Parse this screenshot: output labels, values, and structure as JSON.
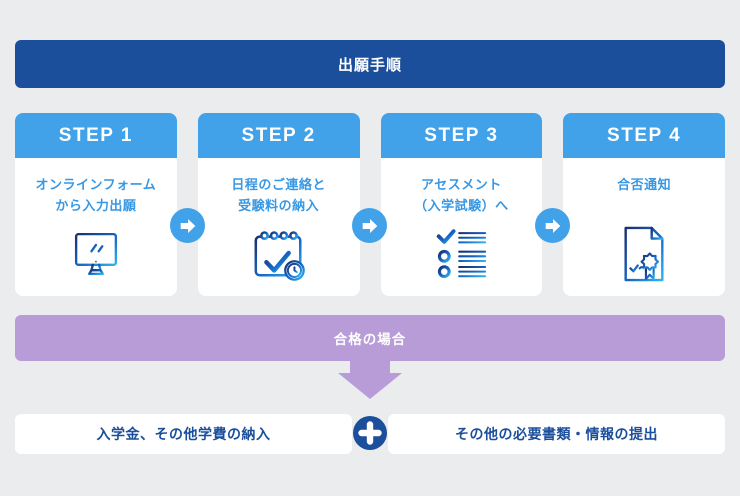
{
  "header": {
    "title": "出願手順"
  },
  "steps": [
    {
      "label": "STEP 1",
      "line1": "オンラインフォーム",
      "line2": "から入力出願",
      "icon": "monitor-edit-icon"
    },
    {
      "label": "STEP 2",
      "line1": "日程のご連絡と",
      "line2": "受験料の納入",
      "icon": "calendar-check-icon"
    },
    {
      "label": "STEP 3",
      "line1": "アセスメント",
      "line2": "（入学試験）へ",
      "icon": "checklist-icon"
    },
    {
      "label": "STEP 4",
      "line1": "合否通知",
      "icon": "certificate-icon"
    }
  ],
  "pass_banner": {
    "label": "合格の場合"
  },
  "bottom": {
    "left_label": "入学金、その他学費の納入",
    "right_label": "その他の必要書類・情報の提出",
    "connector_icon": "plus-icon"
  },
  "colors": {
    "background": "#ebecee",
    "dark_blue": "#1b4e9b",
    "light_blue": "#41a1e9",
    "text_blue": "#3898e4",
    "purple": "#b89cd8",
    "white": "#ffffff"
  }
}
